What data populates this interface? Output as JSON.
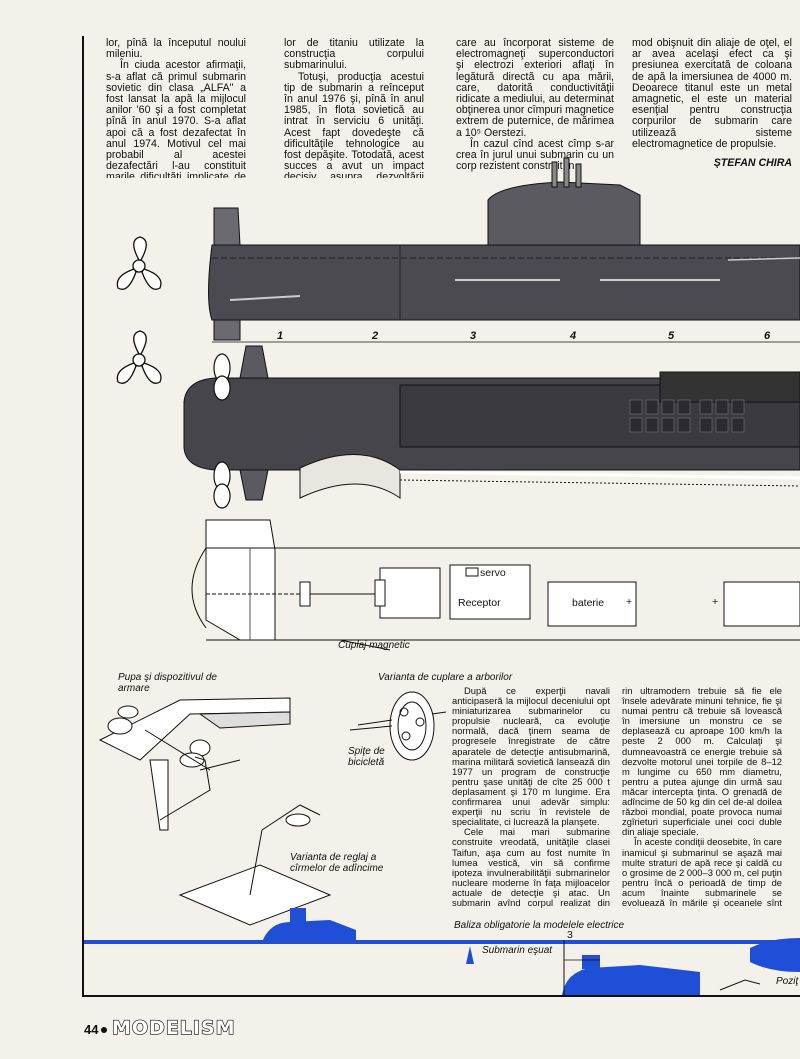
{
  "top_columns": [
    [
      "lor, pînă la începutul noului mileniu.",
      "În ciuda acestor afirmaţii, s-a aflat că primul submarin sovietic din clasa „ALFA\" a fost lansat la apă la mijlocul anilor '60 şi a fost completat pînă în anul 1970. S-a aflat apoi că a fost dezafectat în anul 1974. Motivul cel mai probabil al acestei dezafectări l-au constituit marile dificultăţi implicate de prelucrarea aliaje-"
    ],
    [
      "lor de titaniu utilizate la construcţia corpului submarinului.",
      "Totuşi, producţia acestui tip de submarin a reînceput în anul 1976 şi, pînă în anul 1985, în flota sovietică au intrat în serviciu 6 unităţi. Acest fapt dovedeşte că dificultăţile tehnologice au fost depăşite. Totodată, acest succes a avut un impact decisiv asupra dezvoltării sistemelor electromagnetice de propulsie"
    ],
    [
      "care au încorporat sisteme de electromagneţi superconductori şi electrozi exteriori aflaţi în legătură directă cu apa mării, care, datorită conductivităţii ridicate a mediului, au determinat obţinerea unor cîmpuri magnetice extrem de puternice, de mărimea a 10⁵ Oerstezi.",
      "În cazul cînd acest cîmp s-ar crea în jurul unui submarin cu un corp rezistent construit în"
    ],
    [
      "mod obişnuit din aliaje de oţel, el ar avea acelaşi efect ca şi presiunea exercitată de coloana de apă la imersiunea de 4000 m. Deoarece titanul este un metal amagnetic, el este un material esenţial pentru construcţia corpurilor de submarin care utilizează sisteme electromagnetice de propulsie."
    ]
  ],
  "signature": "ŞTEFAN CHIRA",
  "section_numbers": [
    "1",
    "2",
    "3",
    "4",
    "5",
    "6"
  ],
  "labels": {
    "servo": "servo",
    "receptor": "Receptor",
    "baterie": "baterie",
    "plus1": "+",
    "plus2": "+",
    "cuplaj": "Cuplaj magnetic",
    "pupa": "Pupa şi dispozitivul de armare",
    "varianta_cuplare": "Varianta de cuplare a arborilor",
    "spite": "Spiţe de bicicletă",
    "varianta_reglaj": "Varianta de reglaj a cîrmelor de adîncime",
    "baliza": "Baliza obligatorie la modelele electrice",
    "submarin_esuat": "Submarin eşuat",
    "trei": "3",
    "pozitie": "Poziţ"
  },
  "bottom_columns": [
    [
      "După ce experţii navali anticipaseră la mijlocul deceniului opt miniaturizarea submarinelor cu propulsie nucleară, ca evoluţie normală, dacă ţinem seama de progresele înregistrate de către aparatele de detecţie antisubmarină, marina militară sovietică lansează din 1977 un program de construcţie pentru şase unităţi de cîte 25 000 t deplasament şi 170 m lungime. Era confirmarea unui adevăr simplu: experţii nu scriu în revistele de specialitate, ci lucrează la planşete.",
      "Cele mai mari submarine construite vreodată, unităţile clasei Taifun, aşa cum au fost numite în lumea vestică, vin să confirme ipoteza invulnerabilităţii submarinelor nucleare moderne în faţa mijloacelor actuale de detecţie şi atac. Un submarin avînd corpul realizat din aliaje de titan este mult mai scump decît unul din oţeluri aliate, dar practic indetectabil, producînd perturbaţii magnetice mult mai mici. Noile mijloace de propulsie criogenice produc mult mai puţine zgomote, iar învelişurile din materiale compozite absorb ultrasunetele. Mai mult decît atît, armele capabile de a distruge un subma-"
    ],
    [
      "rin ultramodern trebuie să fie ele însele adevărate minuni tehnice, fie şi numai pentru că trebuie să lovească în imersiune un monstru ce se deplasează cu aproape 100 km/h la peste 2 000 m. Calculaţi şi dumneavoastră ce energie trebuie să dezvolte motorul unei torpile de 8–12 m lungime cu 650 mm diametru, pentru a putea ajunge din urmă sau măcar intercepta ţinta. O grenadă de adîncime de 50 kg din cel de-al doilea război mondial, poate provoca numai zgîrieturi superficiale unei coci duble din aliaje speciale.",
      "În aceste condiţii deosebite, în care inamicul şi submarinul se aşază mai multe straturi de apă rece şi caldă cu o grosime de 2 000–3 000 m, cel puţin pentru încă o perioadă de timp de acum înainte submarinele se evoluează în mările şi oceanele sînt invizibile, mai corect spus, indetectabile. Creşterea dimensiunilor permite alocarea unor volume suplimentare pentru echipaje şi, în consecinţă, măresc posibilităţile de staţionare în imersiune la perioade de timp legate strict de condiţiile psihologice ale mari-"
    ]
  ],
  "page_number": "44",
  "brand": "MODELISM",
  "colors": {
    "ink": "#111111",
    "hull": "#3c3c42",
    "hull_light": "#6a6a70",
    "blue": "#1f4fd6",
    "paper": "#f4f1ea"
  },
  "icons": [
    "propeller-icon",
    "bullet-dot-icon"
  ]
}
